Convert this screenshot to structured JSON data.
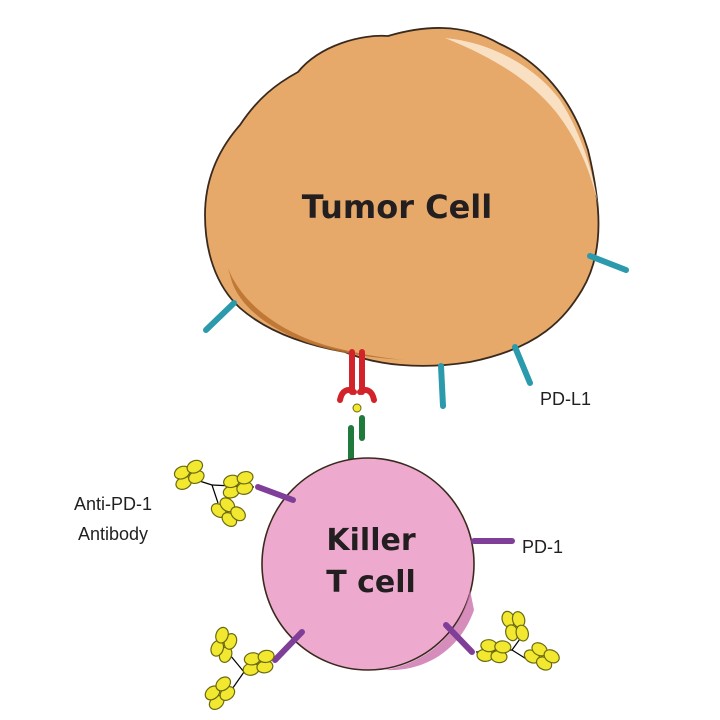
{
  "labels": {
    "tumor_cell": "Tumor  Cell",
    "killer_line1": "Killer",
    "killer_line2": "T cell",
    "pd_l1": "PD-L1",
    "pd_1": "PD-1",
    "antibody_line1": "Anti-PD-1",
    "antibody_line2": "Antibody"
  },
  "colors": {
    "tumor_fill": "#e6a96a",
    "tumor_shadow": "#b8702e",
    "tumor_outline": "#3a2a1e",
    "tcell_fill": "#eeaace",
    "tcell_shadow": "#cc70aa",
    "pd_l1": "#2a9aac",
    "pd_1": "#7f3f98",
    "mhc": "#d2232a",
    "tcr": "#1f7a3c",
    "antibody": "#f2e830"
  }
}
